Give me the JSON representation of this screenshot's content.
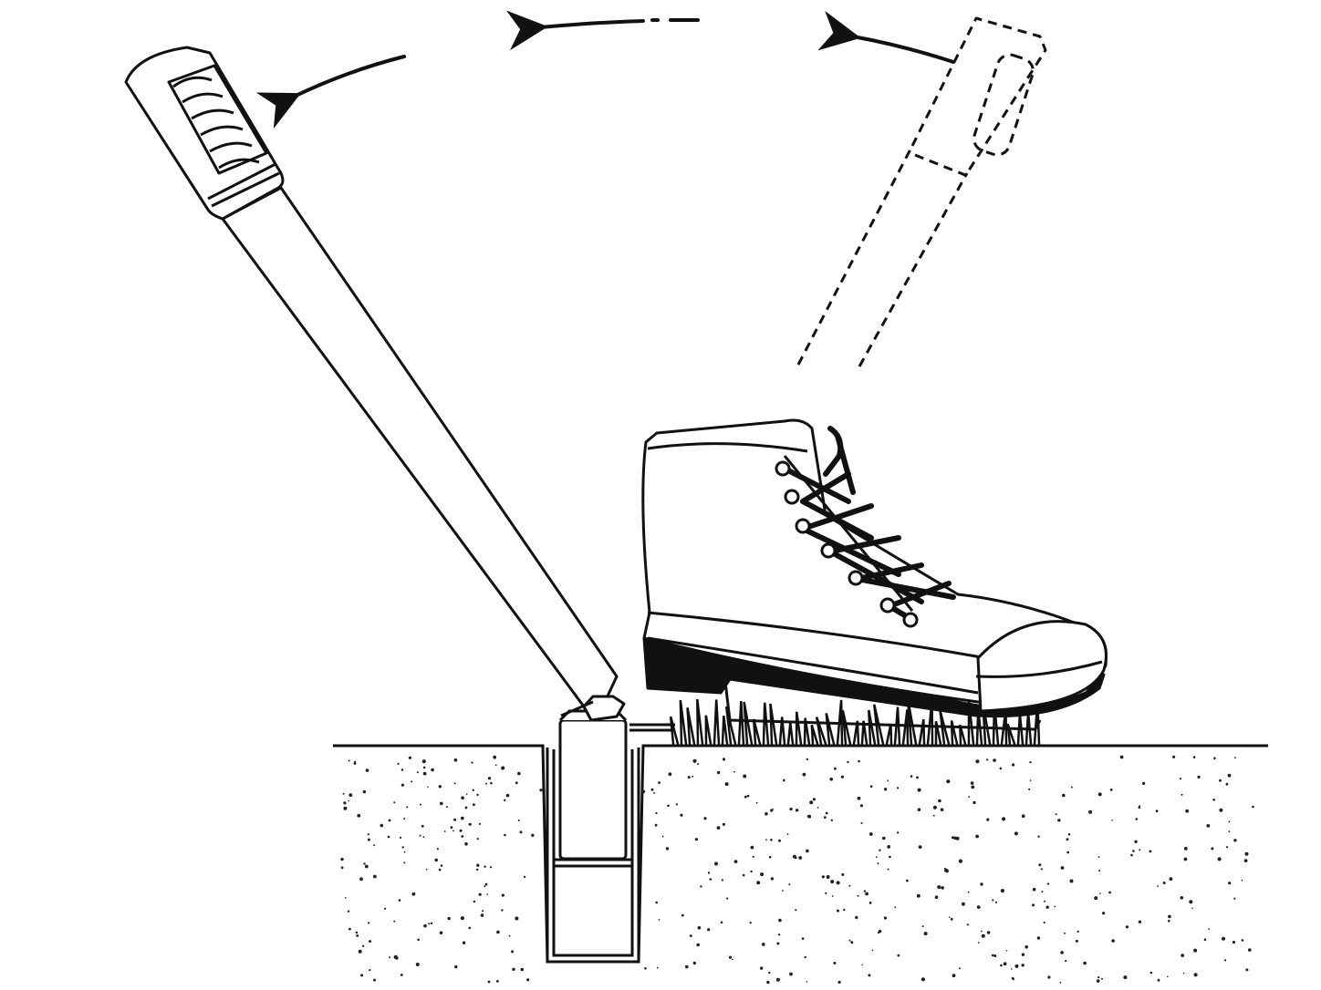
{
  "illustration": {
    "colors": {
      "ink": "#111111",
      "paper": "#ffffff",
      "soil_speckle": "#222222"
    },
    "parts": {
      "ground": "soil-ground",
      "tube": "ground-tube",
      "tool_handle": "lever-handle-tool",
      "tool_handle_previous": "lever-handle-start-position",
      "boot": "work-boot",
      "grass": "grass-tufts",
      "motion_arrows": "rotation-arrow-icon"
    },
    "motion": {
      "direction": "counter-clockwise",
      "arrow_count": 3
    }
  }
}
